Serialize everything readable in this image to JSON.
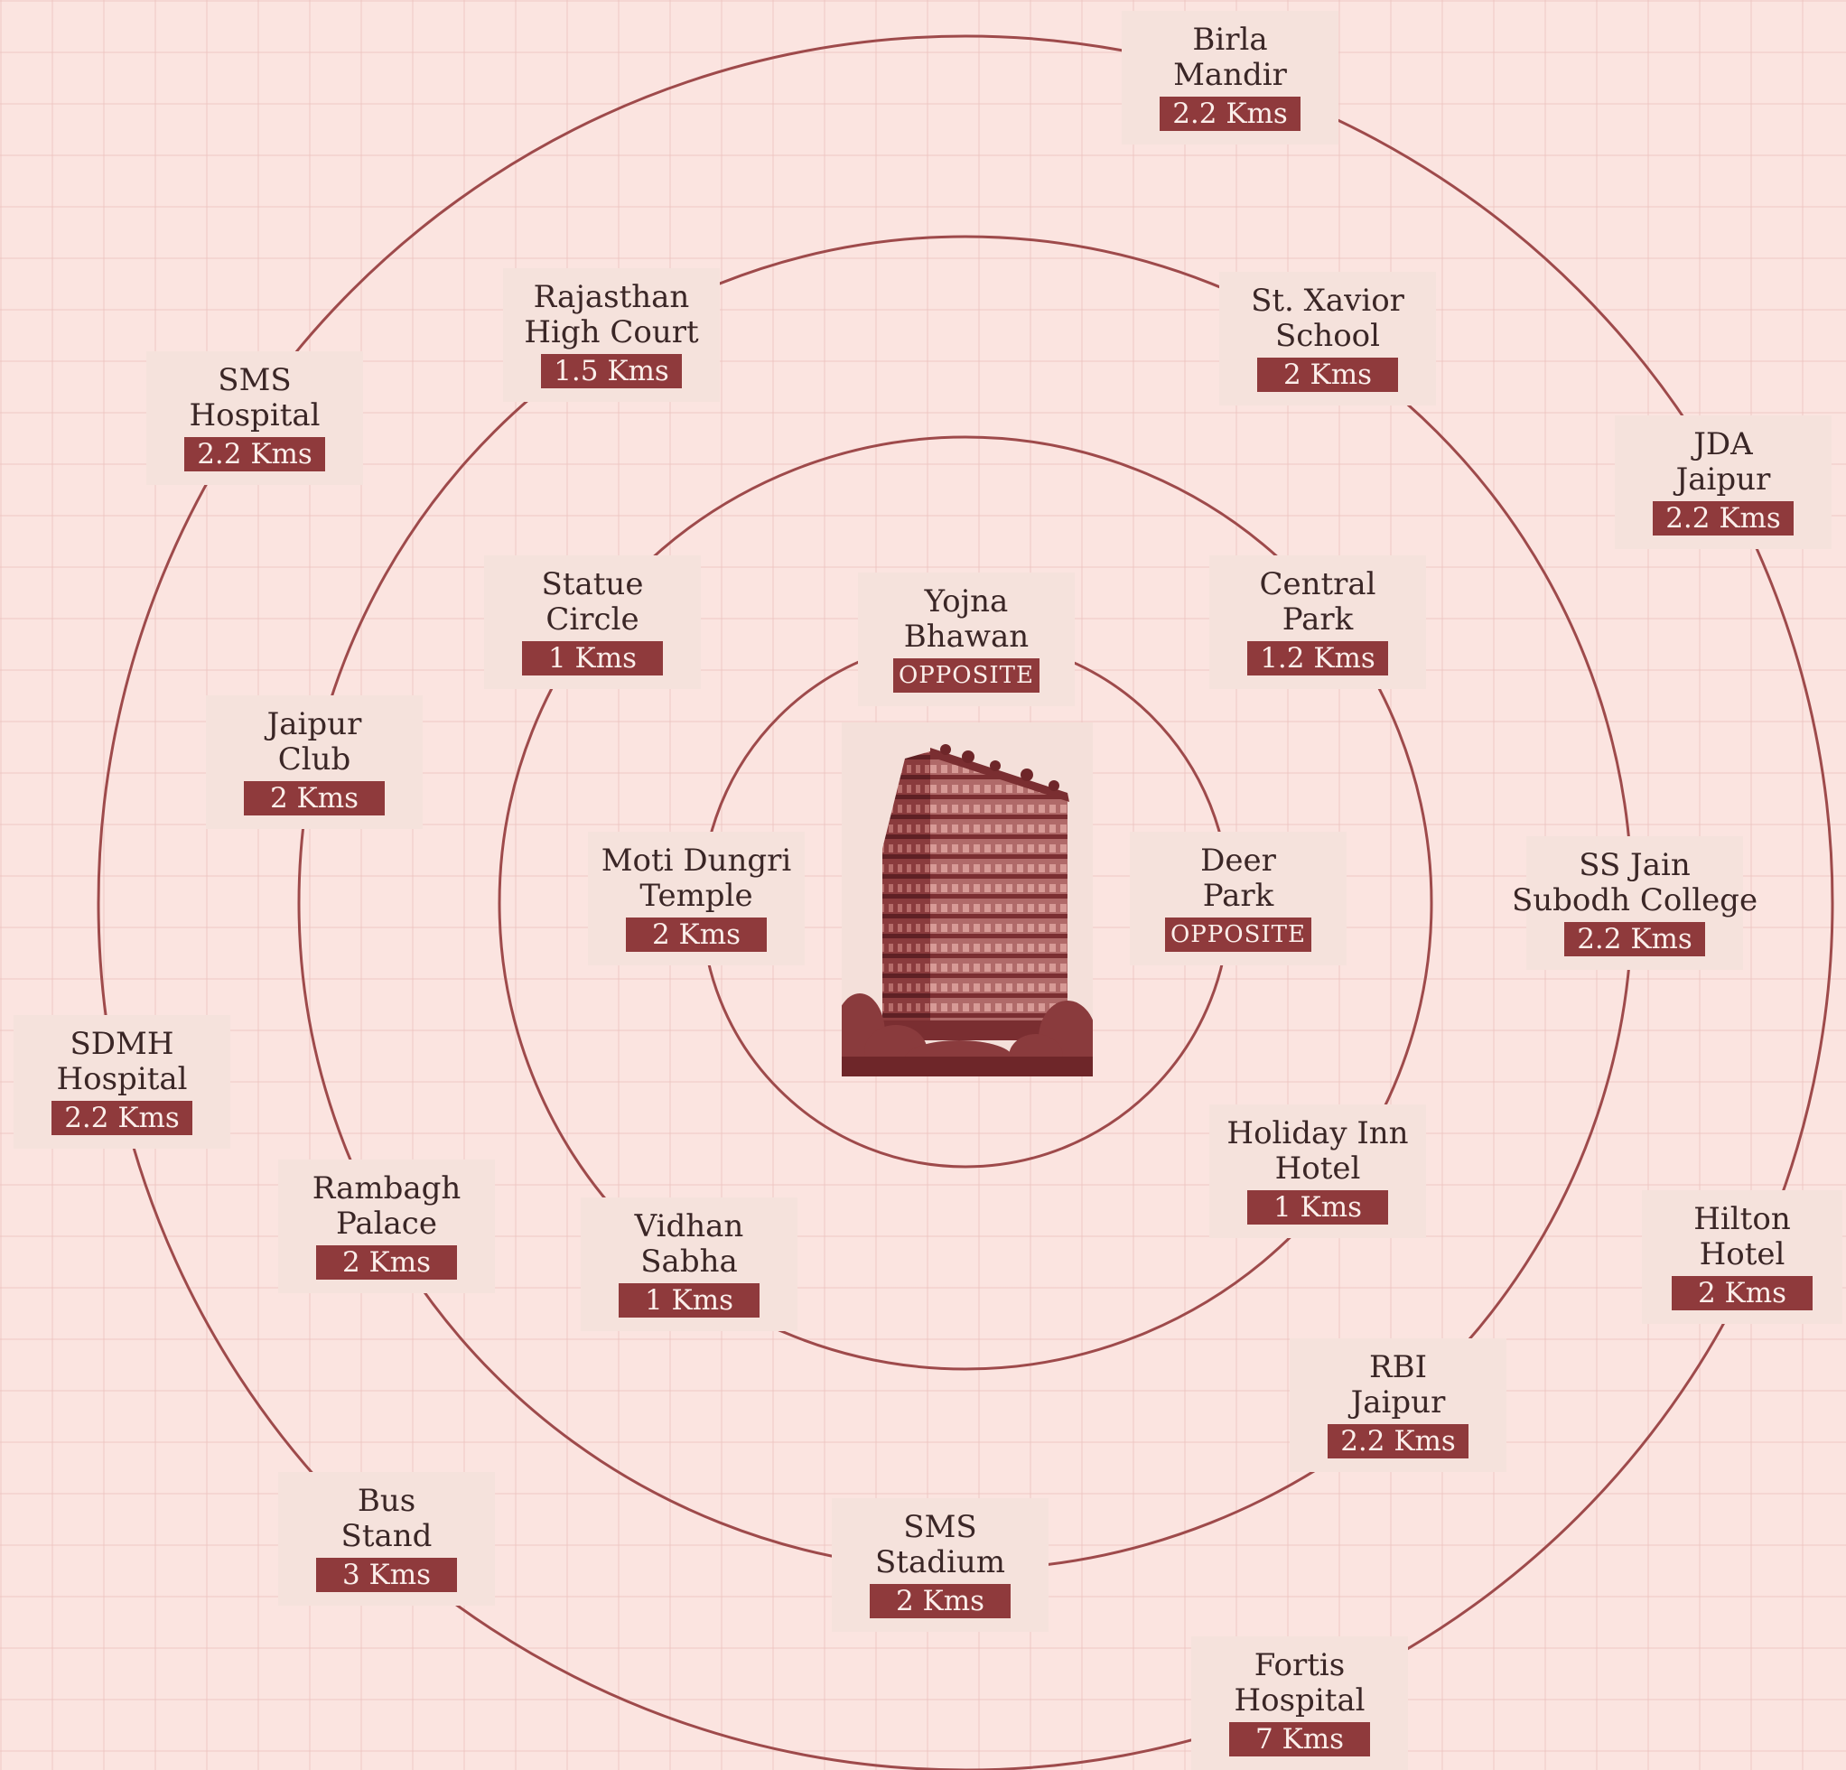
{
  "colors": {
    "ring": "#9e4a4b",
    "badge": "#8f3a3c",
    "card": "#f5e2dc",
    "text": "#3a2626",
    "background": "#fbe4e0"
  },
  "landmarks": {
    "birla_mandir": {
      "line1": "Birla",
      "line2": "Mandir",
      "distance": "2.2 Kms"
    },
    "rajasthan_high_court": {
      "line1": "Rajasthan",
      "line2": "High Court",
      "distance": "1.5 Kms"
    },
    "st_xavior_school": {
      "line1": "St. Xavior",
      "line2": "School",
      "distance": "2 Kms"
    },
    "sms_hospital": {
      "line1": "SMS",
      "line2": "Hospital",
      "distance": "2.2 Kms"
    },
    "jda_jaipur": {
      "line1": "JDA",
      "line2": "Jaipur",
      "distance": "2.2 Kms"
    },
    "statue_circle": {
      "line1": "Statue",
      "line2": "Circle",
      "distance": "1 Kms"
    },
    "yojna_bhawan": {
      "line1": "Yojna",
      "line2": "Bhawan",
      "distance": "OPPOSITE"
    },
    "central_park": {
      "line1": "Central",
      "line2": "Park",
      "distance": "1.2 Kms"
    },
    "jaipur_club": {
      "line1": "Jaipur",
      "line2": "Club",
      "distance": "2 Kms"
    },
    "moti_dungri_temple": {
      "line1": "Moti Dungri",
      "line2": "Temple",
      "distance": "2 Kms"
    },
    "deer_park": {
      "line1": "Deer",
      "line2": "Park",
      "distance": "OPPOSITE"
    },
    "ss_jain_subodh_college": {
      "line1": "SS Jain",
      "line2": "Subodh College",
      "distance": "2.2 Kms"
    },
    "sdmh_hospital": {
      "line1": "SDMH",
      "line2": "Hospital",
      "distance": "2.2 Kms"
    },
    "holiday_inn_hotel": {
      "line1": "Holiday Inn",
      "line2": "Hotel",
      "distance": "1 Kms"
    },
    "rambagh_palace": {
      "line1": "Rambagh",
      "line2": "Palace",
      "distance": "2 Kms"
    },
    "vidhan_sabha": {
      "line1": "Vidhan",
      "line2": "Sabha",
      "distance": "1 Kms"
    },
    "hilton_hotel": {
      "line1": "Hilton",
      "line2": "Hotel",
      "distance": "2 Kms"
    },
    "rbi_jaipur": {
      "line1": "RBI",
      "line2": "Jaipur",
      "distance": "2.2 Kms"
    },
    "bus_stand": {
      "line1": "Bus",
      "line2": "Stand",
      "distance": "3 Kms"
    },
    "sms_stadium": {
      "line1": "SMS",
      "line2": "Stadium",
      "distance": "2 Kms"
    },
    "fortis_hospital": {
      "line1": "Fortis",
      "line2": "Hospital",
      "distance": "7 Kms"
    }
  }
}
